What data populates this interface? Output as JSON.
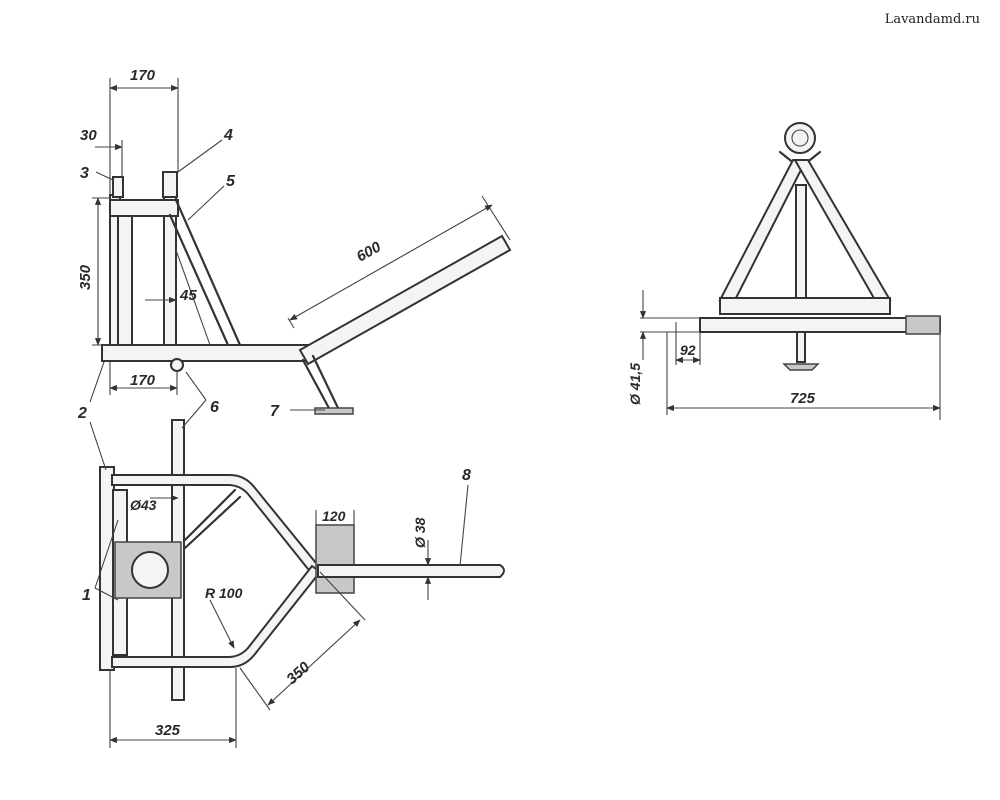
{
  "watermark": "Lavandamd.ru",
  "dimensions": {
    "top_width": "170",
    "offset_30": "30",
    "height": "350",
    "angle": "45",
    "base_width": "170",
    "handle_length": "600",
    "tube_dia": "Ø43",
    "plate": "120",
    "handle_dia": "Ø 38",
    "radius": "R 100",
    "arm_length": "350",
    "frame_width": "325",
    "pipe_dia": "Ø 41,5",
    "end_offset": "92",
    "overall_width": "725"
  },
  "part_labels": [
    "1",
    "2",
    "3",
    "4",
    "5",
    "6",
    "7",
    "8"
  ]
}
